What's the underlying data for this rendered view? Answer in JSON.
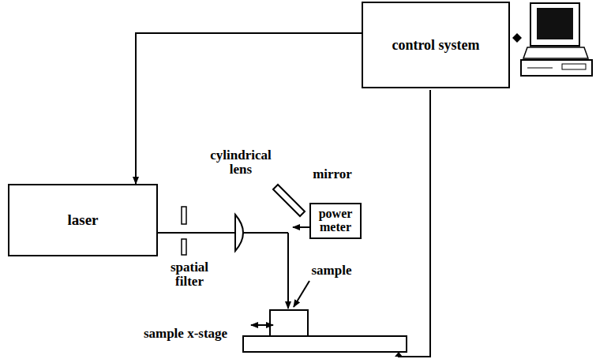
{
  "diagram": {
    "nodes": [
      {
        "text": [
          "control system"
        ]
      },
      {
        "text": [
          "laser"
        ]
      },
      {
        "text": [
          "power meter"
        ]
      }
    ],
    "edges": [
      {
        "from": 0,
        "to": 1,
        "arrow": "to"
      }
    ],
    "labels": [
      "cylindrical lens",
      "mirror",
      "spatial filter",
      "sample",
      "sample x-stage"
    ]
  }
}
